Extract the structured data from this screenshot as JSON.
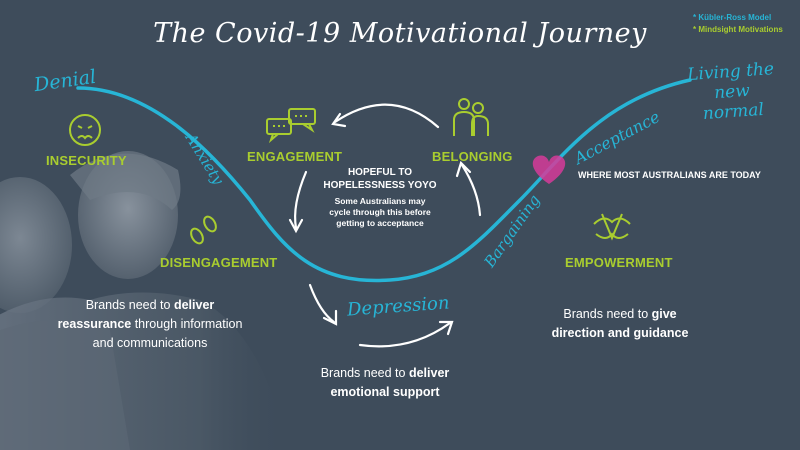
{
  "title": "The Covid-19 Motivational Journey",
  "legend": {
    "items": [
      {
        "label": "* Kübler-Ross Model",
        "color": "#27b5d6"
      },
      {
        "label": "* Mindsight Motivations",
        "color": "#a9cd2f"
      }
    ]
  },
  "stages": {
    "denial": "Denial",
    "anxiety": "Anxiety",
    "depression": "Depression",
    "bargaining": "Bargaining",
    "acceptance": "Acceptance",
    "living": "Living the new normal"
  },
  "motivations": {
    "insecurity": "INSECURITY",
    "disengagement": "DISENGAGEMENT",
    "engagement": "ENGAGEMENT",
    "belonging": "BELONGING",
    "empowerment": "EMPOWERMENT"
  },
  "yoyo": {
    "title": "HOPEFUL TO HOPELESSNESS YOYO",
    "subtitle": "Some Australians may cycle through this before getting to acceptance"
  },
  "where_today": "WHERE MOST AUSTRALIANS ARE TODAY",
  "messages": {
    "reassurance": {
      "pre": "Brands need to ",
      "bold1": "deliver reassurance",
      "post": " through information and communications"
    },
    "emotional": {
      "pre": "Brands need to ",
      "bold1": "deliver emotional support"
    },
    "direction": {
      "pre": "Brands need to ",
      "bold1": "give direction and guidance"
    }
  },
  "colors": {
    "background": "#3e4c5b",
    "curve": "#27b5d6",
    "motivation": "#a9cd2f",
    "heart": "#d63b9a",
    "text": "#ffffff"
  },
  "icons": [
    "frown-face-icon",
    "footprints-icon",
    "speech-bubbles-icon",
    "people-group-icon",
    "joined-hands-icon",
    "heart-icon"
  ]
}
